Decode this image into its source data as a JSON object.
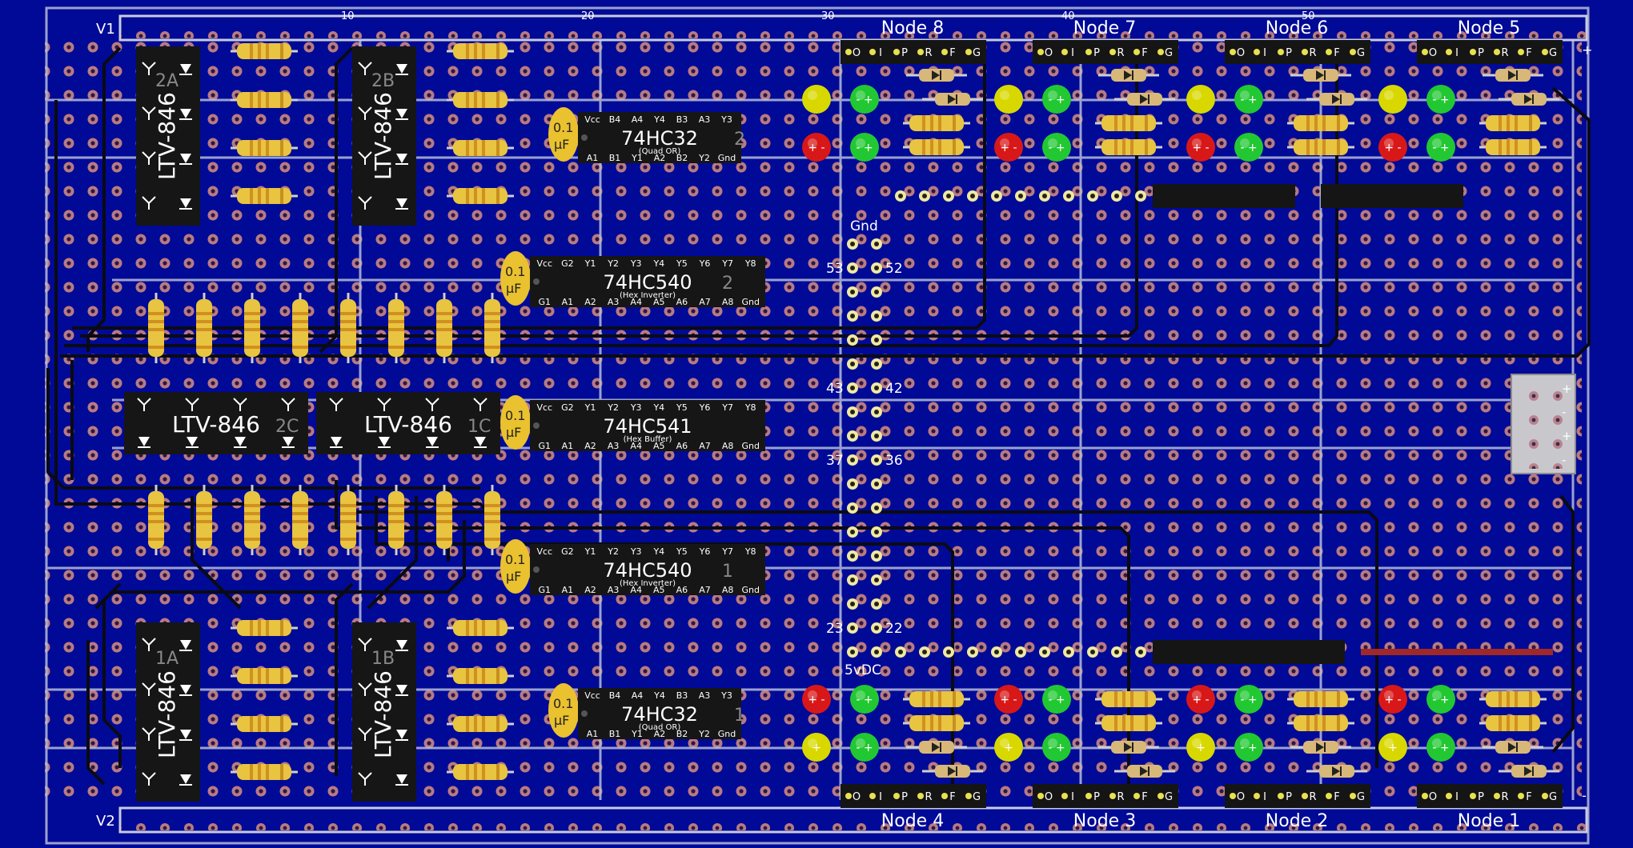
{
  "board": {
    "rail_top_label": "V1",
    "rail_bottom_label": "V2",
    "column_numbers": [
      "10",
      "20",
      "30",
      "40",
      "50"
    ],
    "plus_sign": "+",
    "minus_sign": "-"
  },
  "nodes_top": [
    "Node 8",
    "Node 7",
    "Node 6",
    "Node 5"
  ],
  "nodes_bottom": [
    "Node 4",
    "Node 3",
    "Node 2",
    "Node 1"
  ],
  "connector_pins": [
    "O",
    "I",
    "P",
    "R",
    "F",
    "G"
  ],
  "center_labels": {
    "gnd": "Gnd",
    "vdc": "5vDC",
    "pins": [
      "53",
      "52",
      "43",
      "42",
      "37",
      "36",
      "23",
      "22"
    ]
  },
  "capacitor": {
    "value_line1": "0.1",
    "value_line2": "µF"
  },
  "optocouplers": [
    {
      "part": "LTV-846",
      "tag": "2A"
    },
    {
      "part": "LTV-846",
      "tag": "2B"
    },
    {
      "part": "LTV-846",
      "tag": "2C"
    },
    {
      "part": "LTV-846",
      "tag": "1C"
    },
    {
      "part": "LTV-846",
      "tag": "1A"
    },
    {
      "part": "LTV-846",
      "tag": "1B"
    }
  ],
  "chips": [
    {
      "part": "74HC32",
      "index": "2",
      "desc": "(Quad OR)",
      "top_pins": [
        "Vcc",
        "B4",
        "A4",
        "Y4",
        "B3",
        "A3",
        "Y3"
      ],
      "bottom_pins": [
        "A1",
        "B1",
        "Y1",
        "A2",
        "B2",
        "Y2",
        "Gnd"
      ]
    },
    {
      "part": "74HC540",
      "index": "2",
      "desc": "(Hex Inverter)",
      "top_pins": [
        "Vcc",
        "G2",
        "Y1",
        "Y2",
        "Y3",
        "Y4",
        "Y5",
        "Y6",
        "Y7",
        "Y8"
      ],
      "bottom_pins": [
        "G1",
        "A1",
        "A2",
        "A3",
        "A4",
        "A5",
        "A6",
        "A7",
        "A8",
        "Gnd"
      ]
    },
    {
      "part": "74HC541",
      "index": "",
      "desc": "(Hex Buffer)",
      "top_pins": [
        "Vcc",
        "G2",
        "Y1",
        "Y2",
        "Y3",
        "Y4",
        "Y5",
        "Y6",
        "Y7",
        "Y8"
      ],
      "bottom_pins": [
        "G1",
        "A1",
        "A2",
        "A3",
        "A4",
        "A5",
        "A6",
        "A7",
        "A8",
        "Gnd"
      ]
    },
    {
      "part": "74HC540",
      "index": "1",
      "desc": "(Hex Inverter)",
      "top_pins": [
        "Vcc",
        "G2",
        "Y1",
        "Y2",
        "Y3",
        "Y4",
        "Y5",
        "Y6",
        "Y7",
        "Y8"
      ],
      "bottom_pins": [
        "G1",
        "A1",
        "A2",
        "A3",
        "A4",
        "A5",
        "A6",
        "A7",
        "A8",
        "Gnd"
      ]
    },
    {
      "part": "74HC32",
      "index": "1",
      "desc": "(Quad OR)",
      "top_pins": [
        "Vcc",
        "B4",
        "A4",
        "Y4",
        "B3",
        "A3",
        "Y3"
      ],
      "bottom_pins": [
        "A1",
        "B1",
        "Y1",
        "A2",
        "B2",
        "Y2",
        "Gnd"
      ]
    }
  ],
  "colors": {
    "board": "#000a96",
    "hole": "#c0808a",
    "trace": "#0a0a14",
    "component_body": "#161616",
    "resistor": "#e8c440",
    "capacitor": "#eac12e",
    "led_yellow": "#d8d800",
    "led_green": "#22c832",
    "led_red": "#d81818",
    "wire_red": "#a02828"
  }
}
